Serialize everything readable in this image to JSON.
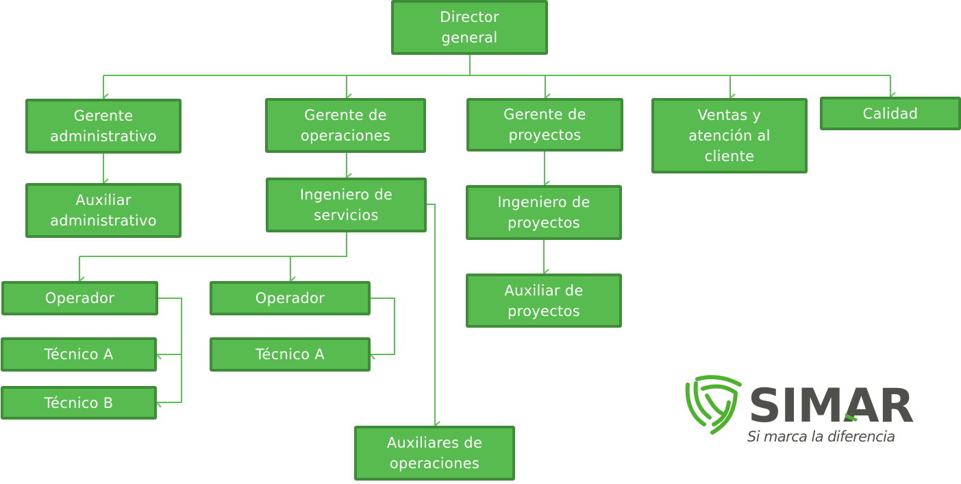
{
  "org_chart": {
    "director": "Director\ngeneral",
    "gerente_administrativo": "Gerente\nadministrativo",
    "auxiliar_administrativo": "Auxiliar\nadministrativo",
    "gerente_operaciones": "Gerente de\noperaciones",
    "ingeniero_servicios": "Ingeniero de\nservicios",
    "operador_1": "Operador",
    "tecnico_a_1": "Técnico A",
    "tecnico_b_1": "Técnico B",
    "operador_2": "Operador",
    "tecnico_a_2": "Técnico A",
    "auxiliares_operaciones": "Auxiliares de\noperaciones",
    "gerente_proyectos": "Gerente  de\nproyectos",
    "ingeniero_proyectos": "Ingeniero de\nproyectos",
    "auxiliar_proyectos": "Auxiliar de\nproyectos",
    "ventas": "Ventas y\natención al\ncliente",
    "calidad": "Calidad"
  },
  "logo": {
    "name": "SIMAR",
    "tagline": "Si marca la diferencia"
  },
  "colors": {
    "node_fill": "#57bb4f",
    "node_border": "#3f8c38",
    "connector": "#5cbf54",
    "logo_green": "#4fb22f",
    "logo_gray": "#4f4f4b"
  }
}
